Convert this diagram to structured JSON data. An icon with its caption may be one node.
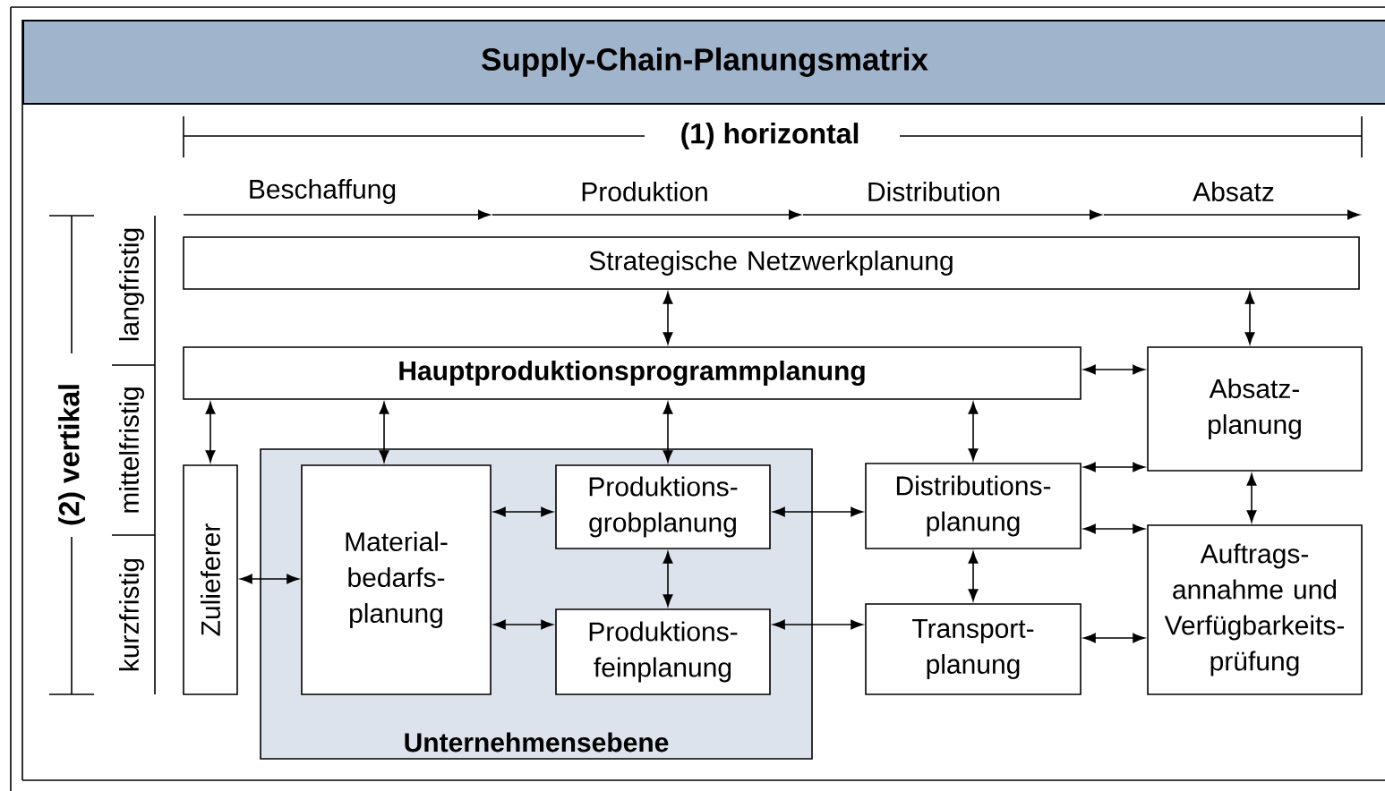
{
  "diagram": {
    "title": "Supply-Chain-Planungsmatrix",
    "nodes": [
      {
        "text": [
          "Strategische Netzwerkplanung"
        ]
      },
      {
        "text": [
          "Hauptproduktionsprogrammplanung"
        ]
      },
      {
        "text": [
          "Absatz- planung"
        ]
      },
      {
        "text": [
          "Unternehmensebene"
        ]
      },
      {
        "text": [
          "Zulieferer"
        ]
      },
      {
        "text": [
          "Material- bedarfs- planung"
        ],
        "in": 3
      },
      {
        "text": [
          "Produktions- grobplanung"
        ],
        "in": 3
      },
      {
        "text": [
          "Produktions- feinplanung"
        ],
        "in": 3
      },
      {
        "text": [
          "Distributions- planung"
        ]
      },
      {
        "text": [
          "Transport- planung"
        ]
      },
      {
        "text": [
          "Auftrags- annahme und Verfügbarkeits- prüfung"
        ]
      }
    ],
    "edges": [
      {
        "from": 0,
        "to": 1,
        "arrow": "both"
      },
      {
        "from": 0,
        "to": 2,
        "arrow": "both"
      },
      {
        "from": 1,
        "to": 2,
        "arrow": "both"
      },
      {
        "from": 1,
        "to": 4,
        "arrow": "both"
      },
      {
        "from": 1,
        "to": 5,
        "arrow": "both"
      },
      {
        "from": 1,
        "to": 6,
        "arrow": "both"
      },
      {
        "from": 1,
        "to": 8,
        "arrow": "both"
      },
      {
        "from": 4,
        "to": 5,
        "arrow": "both"
      },
      {
        "from": 5,
        "to": 6,
        "arrow": "both"
      },
      {
        "from": 5,
        "to": 7,
        "arrow": "both"
      },
      {
        "from": 6,
        "to": 7,
        "arrow": "both"
      },
      {
        "from": 6,
        "to": 8,
        "arrow": "both"
      },
      {
        "from": 7,
        "to": 9,
        "arrow": "both"
      },
      {
        "from": 8,
        "to": 2,
        "arrow": "both"
      },
      {
        "from": 8,
        "to": 10,
        "arrow": "both"
      },
      {
        "from": 8,
        "to": 9,
        "arrow": "both"
      },
      {
        "from": 9,
        "to": 10,
        "arrow": "both"
      },
      {
        "from": 2,
        "to": 10,
        "arrow": "both"
      }
    ],
    "labels": [
      "(1) horizontal",
      "Beschaffung",
      "Produktion",
      "Distribution",
      "Absatz",
      "(2) vertikal",
      "langfristig",
      "mittelfristig",
      "kurzfristig"
    ]
  }
}
